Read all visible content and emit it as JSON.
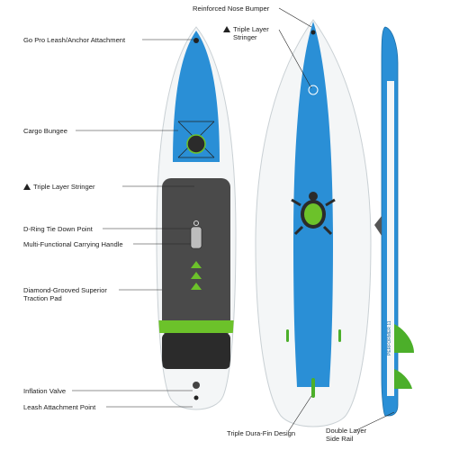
{
  "labels": {
    "go_pro": "Go Pro Leash/Anchor Attachment",
    "cargo_bungee": "Cargo Bungee",
    "triple_stringer_left": "Triple Layer Stringer",
    "d_ring": "D-Ring Tie Down Point",
    "handle": "Multi-Functional Carrying Handle",
    "traction_line1": "Diamond-Grooved Superior",
    "traction_line2": "Traction Pad",
    "inflation_valve": "Inflation Valve",
    "leash_point": "Leash Attachment Point",
    "nose_bumper": "Reinforced Nose Bumper",
    "triple_stringer_mid_line1": "Triple Layer",
    "triple_stringer_mid_line2": "Stringer",
    "fins": "Triple Dura-Fin Design",
    "rail_line1": "Double Layer",
    "rail_line2": "Side Rail"
  },
  "board_text": {
    "side_brand": "PERFORMER 11"
  },
  "colors": {
    "board_blue": "#2a8fd6",
    "board_white": "#f4f6f7",
    "pad_gray": "#4a4a4a",
    "accent_green": "#6cc22a",
    "fin_green": "#4caf2a"
  },
  "icons": {
    "stringer": "triple-layer-stringer-icon"
  }
}
